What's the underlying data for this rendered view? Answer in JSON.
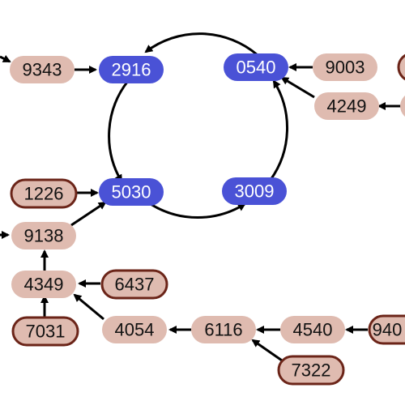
{
  "colors": {
    "cycle_fill": "#4a52d6",
    "cycle_text": "#ffffff",
    "node_fill": "#dfbbb0",
    "node_text": "#111111",
    "leaf_stroke": "#6b2418",
    "edge": "#000000"
  },
  "nodes": {
    "n9343": "9343",
    "n2916": "2916",
    "n0540": "0540",
    "n9003": "9003",
    "n4249": "4249",
    "n1226": "1226",
    "n5030": "5030",
    "n3009": "3009",
    "n9138": "9138",
    "n4349": "4349",
    "n6437": "6437",
    "n7031": "7031",
    "n4054": "4054",
    "n6116": "6116",
    "n4540": "4540",
    "n940x": "940",
    "n7322": "7322"
  }
}
